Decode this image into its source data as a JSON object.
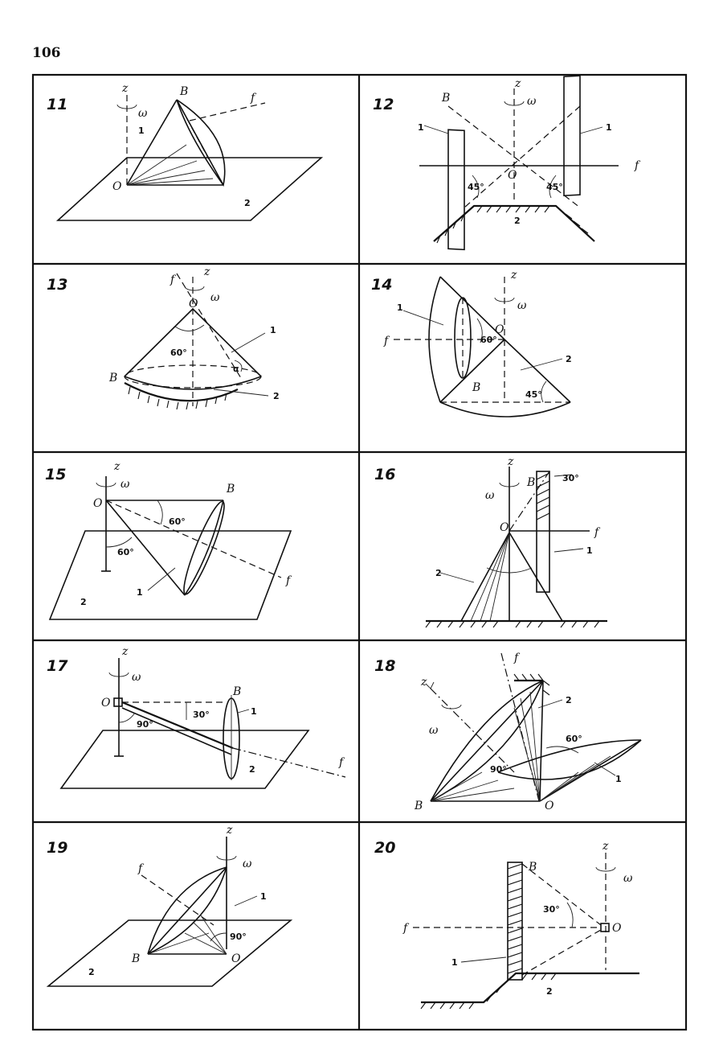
{
  "page_number": "106",
  "panels": [
    {
      "number": "11",
      "labels": {
        "axis": "z",
        "omega": "ω",
        "point_top": "B",
        "origin": "O",
        "f": "f",
        "body": "1",
        "plane": "2"
      }
    },
    {
      "number": "12",
      "labels": {
        "axis": "z",
        "omega": "ω",
        "point_top": "B",
        "origin": "O",
        "f": "f",
        "body_left": "1",
        "body_right": "1",
        "base": "2",
        "angle_left": "45°",
        "angle_right": "45°"
      }
    },
    {
      "number": "13",
      "labels": {
        "axis": "z",
        "omega": "ω",
        "f": "f",
        "origin": "O",
        "point": "B",
        "body": "1",
        "base": "2",
        "angle": "60°",
        "small_angle": "α"
      }
    },
    {
      "number": "14",
      "labels": {
        "axis": "z",
        "omega": "ω",
        "f": "f",
        "origin": "O",
        "point": "B",
        "body": "1",
        "body2": "2",
        "angle_top": "60°",
        "angle_bottom": "45°"
      }
    },
    {
      "number": "15",
      "labels": {
        "axis": "z",
        "omega": "ω",
        "origin": "O",
        "point": "B",
        "f": "f",
        "body": "1",
        "plane": "2",
        "angle1": "60°",
        "angle2": "60°"
      }
    },
    {
      "number": "16",
      "labels": {
        "axis": "z",
        "omega": "ω",
        "origin": "O",
        "point": "B",
        "f": "f",
        "body": "1",
        "body2": "2",
        "angle": "30°"
      }
    },
    {
      "number": "17",
      "labels": {
        "axis": "z",
        "omega": "ω",
        "origin": "O",
        "point": "B",
        "f": "f",
        "body": "1",
        "plane": "2",
        "angle1": "30°",
        "angle2": "90°"
      }
    },
    {
      "number": "18",
      "labels": {
        "axis": "z",
        "omega": "ω",
        "origin": "O",
        "point": "B",
        "f": "f",
        "body": "1",
        "body2": "2",
        "angle1": "60°",
        "angle2": "90°"
      }
    },
    {
      "number": "19",
      "labels": {
        "axis": "z",
        "omega": "ω",
        "origin": "O",
        "point": "B",
        "f": "f",
        "body": "1",
        "plane": "2",
        "angle": "90°"
      }
    },
    {
      "number": "20",
      "labels": {
        "axis": "z",
        "omega": "ω",
        "origin": "O",
        "point": "B",
        "f": "f",
        "body": "1",
        "base": "2",
        "angle": "30°"
      }
    }
  ]
}
